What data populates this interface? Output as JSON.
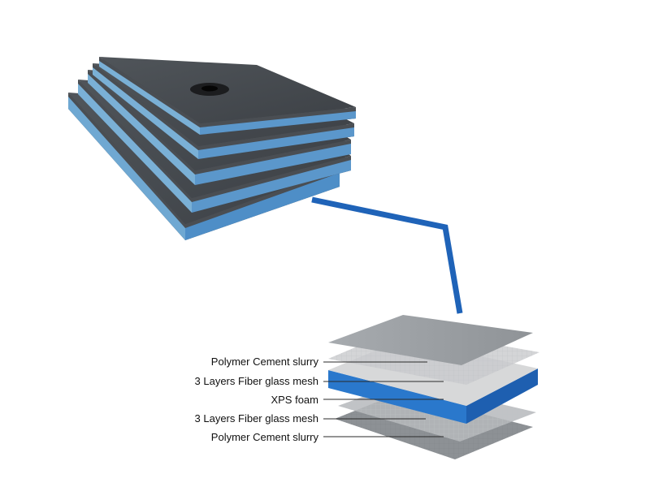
{
  "layers": [
    {
      "prefix": "",
      "text": "Polymer Cement slurry"
    },
    {
      "prefix": "3 Layers",
      "text": "Fiber glass mesh"
    },
    {
      "prefix": "",
      "text": "XPS foam"
    },
    {
      "prefix": "3 Layers",
      "text": "Fiber glass mesh"
    },
    {
      "prefix": "",
      "text": "Polymer Cement slurry"
    }
  ],
  "board_count": 5,
  "colors": {
    "cement_top": "#45494e",
    "cement_edge": "#3a3e43",
    "xps_blue": "#2f7fd2",
    "xps_light": "#8ec1df",
    "mesh": "#9a9ea2",
    "connector": "#1f63b8",
    "leader": "#2a2a2a"
  }
}
